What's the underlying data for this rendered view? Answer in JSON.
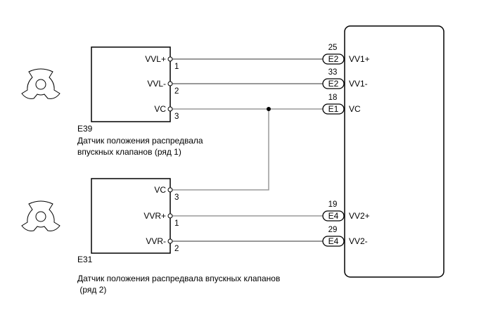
{
  "diagram": {
    "sensors": [
      {
        "id": "E39",
        "description_lines": [
          "Датчик положения распредвала",
          "впускных клапанов (ряд 1)"
        ],
        "pins": [
          {
            "signal": "VVL+",
            "pin": "1"
          },
          {
            "signal": "VVL-",
            "pin": "2"
          },
          {
            "signal": "VC",
            "pin": "3"
          }
        ]
      },
      {
        "id": "E31",
        "description_lines": [
          "Датчик положения распредвала впускных клапанов",
          " (ряд 2)"
        ],
        "pins": [
          {
            "signal": "VC",
            "pin": "3"
          },
          {
            "signal": "VVR+",
            "pin": "1"
          },
          {
            "signal": "VVR-",
            "pin": "2"
          }
        ]
      }
    ],
    "ecm_terminals": [
      {
        "terminal": "25",
        "connector": "E2",
        "signal": "VV1+"
      },
      {
        "terminal": "33",
        "connector": "E2",
        "signal": "VV1-"
      },
      {
        "terminal": "18",
        "connector": "E1",
        "signal": "VC"
      },
      {
        "terminal": "19",
        "connector": "E4",
        "signal": "VV2+"
      },
      {
        "terminal": "29",
        "connector": "E4",
        "signal": "VV2-"
      }
    ],
    "icons": {
      "sensor_rotor": "camshaft-timing-rotor-icon",
      "splice": "splice-point-icon"
    },
    "colors": {
      "line": "#000000",
      "wire_dark": "#333333",
      "wire_gray": "#9a9a9a",
      "background": "#ffffff"
    }
  }
}
